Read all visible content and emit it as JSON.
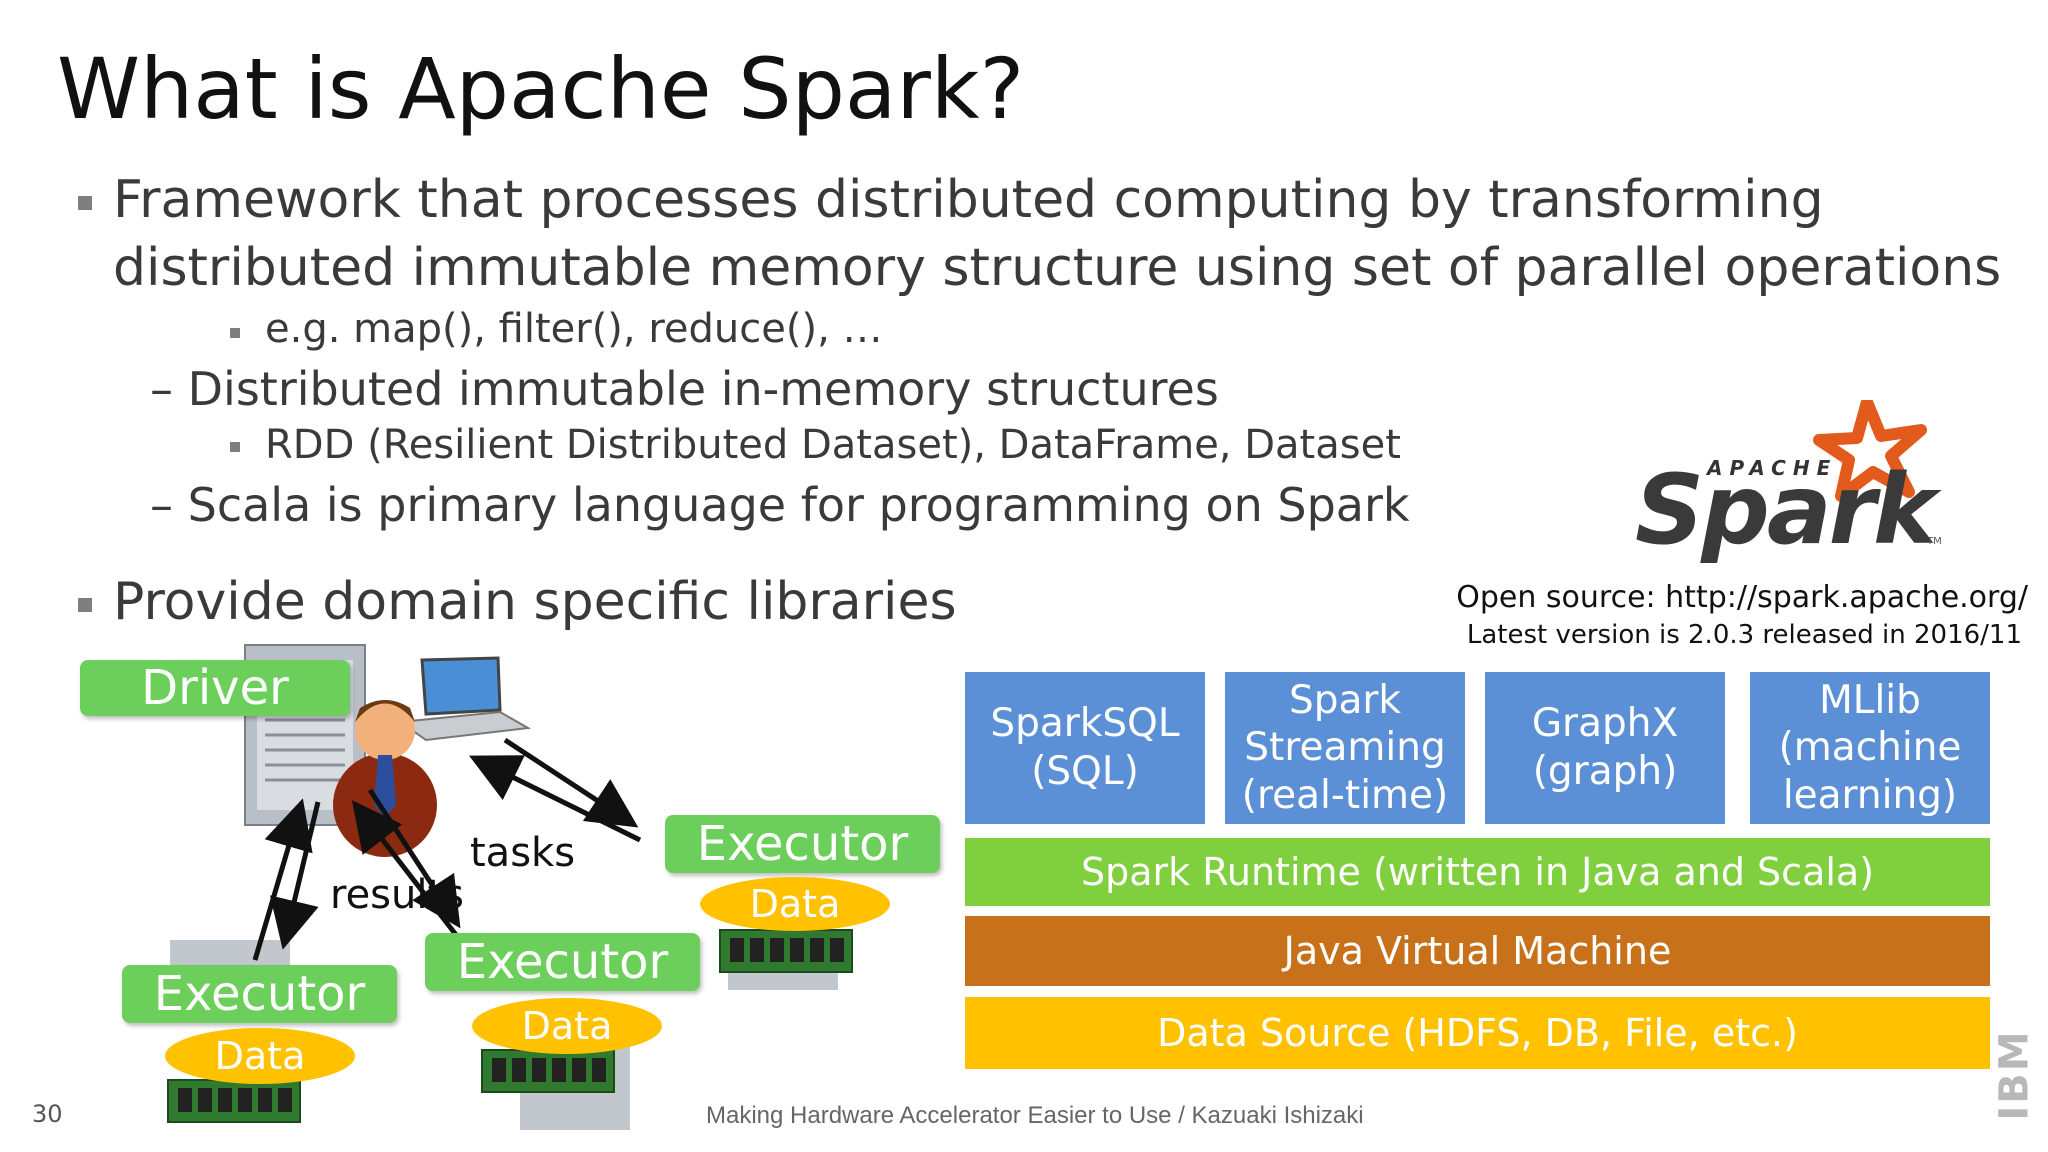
{
  "slide": {
    "title": "What is Apache Spark?",
    "bullets": {
      "b1_line1": "Framework that processes distributed computing by transforming",
      "b1_line2": "distributed immutable memory structure using set of parallel operations",
      "b1_sub": "e.g. map(), filter(), reduce(), …",
      "dash1": "– Distributed immutable in-memory structures",
      "dash1_sub": "RDD (Resilient Distributed Dataset), DataFrame, Dataset",
      "dash2": "– Scala is primary language for programming on Spark",
      "b2": "Provide domain specific libraries"
    },
    "logo": {
      "apache": "APACHE",
      "spark": "Spark",
      "tm": "TM"
    },
    "open_source": "Open source: http://spark.apache.org/",
    "latest_version": "Latest version is 2.0.3 released in 2016/11",
    "left_diagram": {
      "driver": "Driver",
      "tasks": "tasks",
      "results": "results",
      "executor_1": "Executor",
      "executor_2": "Executor",
      "executor_3": "Executor",
      "data_1": "Data",
      "data_2": "Data",
      "data_3": "Data"
    },
    "stack": {
      "libs": [
        {
          "line1": "SparkSQL",
          "line2": "(SQL)",
          "line3": ""
        },
        {
          "line1": "Spark",
          "line2": "Streaming",
          "line3": "(real-time)"
        },
        {
          "line1": "GraphX",
          "line2": "(graph)",
          "line3": ""
        },
        {
          "line1": "MLlib",
          "line2": "(machine",
          "line3": "learning)"
        }
      ],
      "runtime": "Spark Runtime (written in Java and Scala)",
      "jvm": "Java Virtual Machine",
      "datasource": "Data Source (HDFS, DB, File, etc.)"
    },
    "footer": {
      "page_number": "30",
      "text": "Making Hardware Accelerator Easier to Use / Kazuaki Ishizaki",
      "ibm": "IBM"
    },
    "colors": {
      "lib_blue": "#5b8fd6",
      "runtime_green": "#7fcf3f",
      "jvm_brown": "#c8711b",
      "data_yellow": "#ffc100",
      "label_green": "#6dcf5b",
      "spark_orange": "#e25a1c"
    }
  }
}
